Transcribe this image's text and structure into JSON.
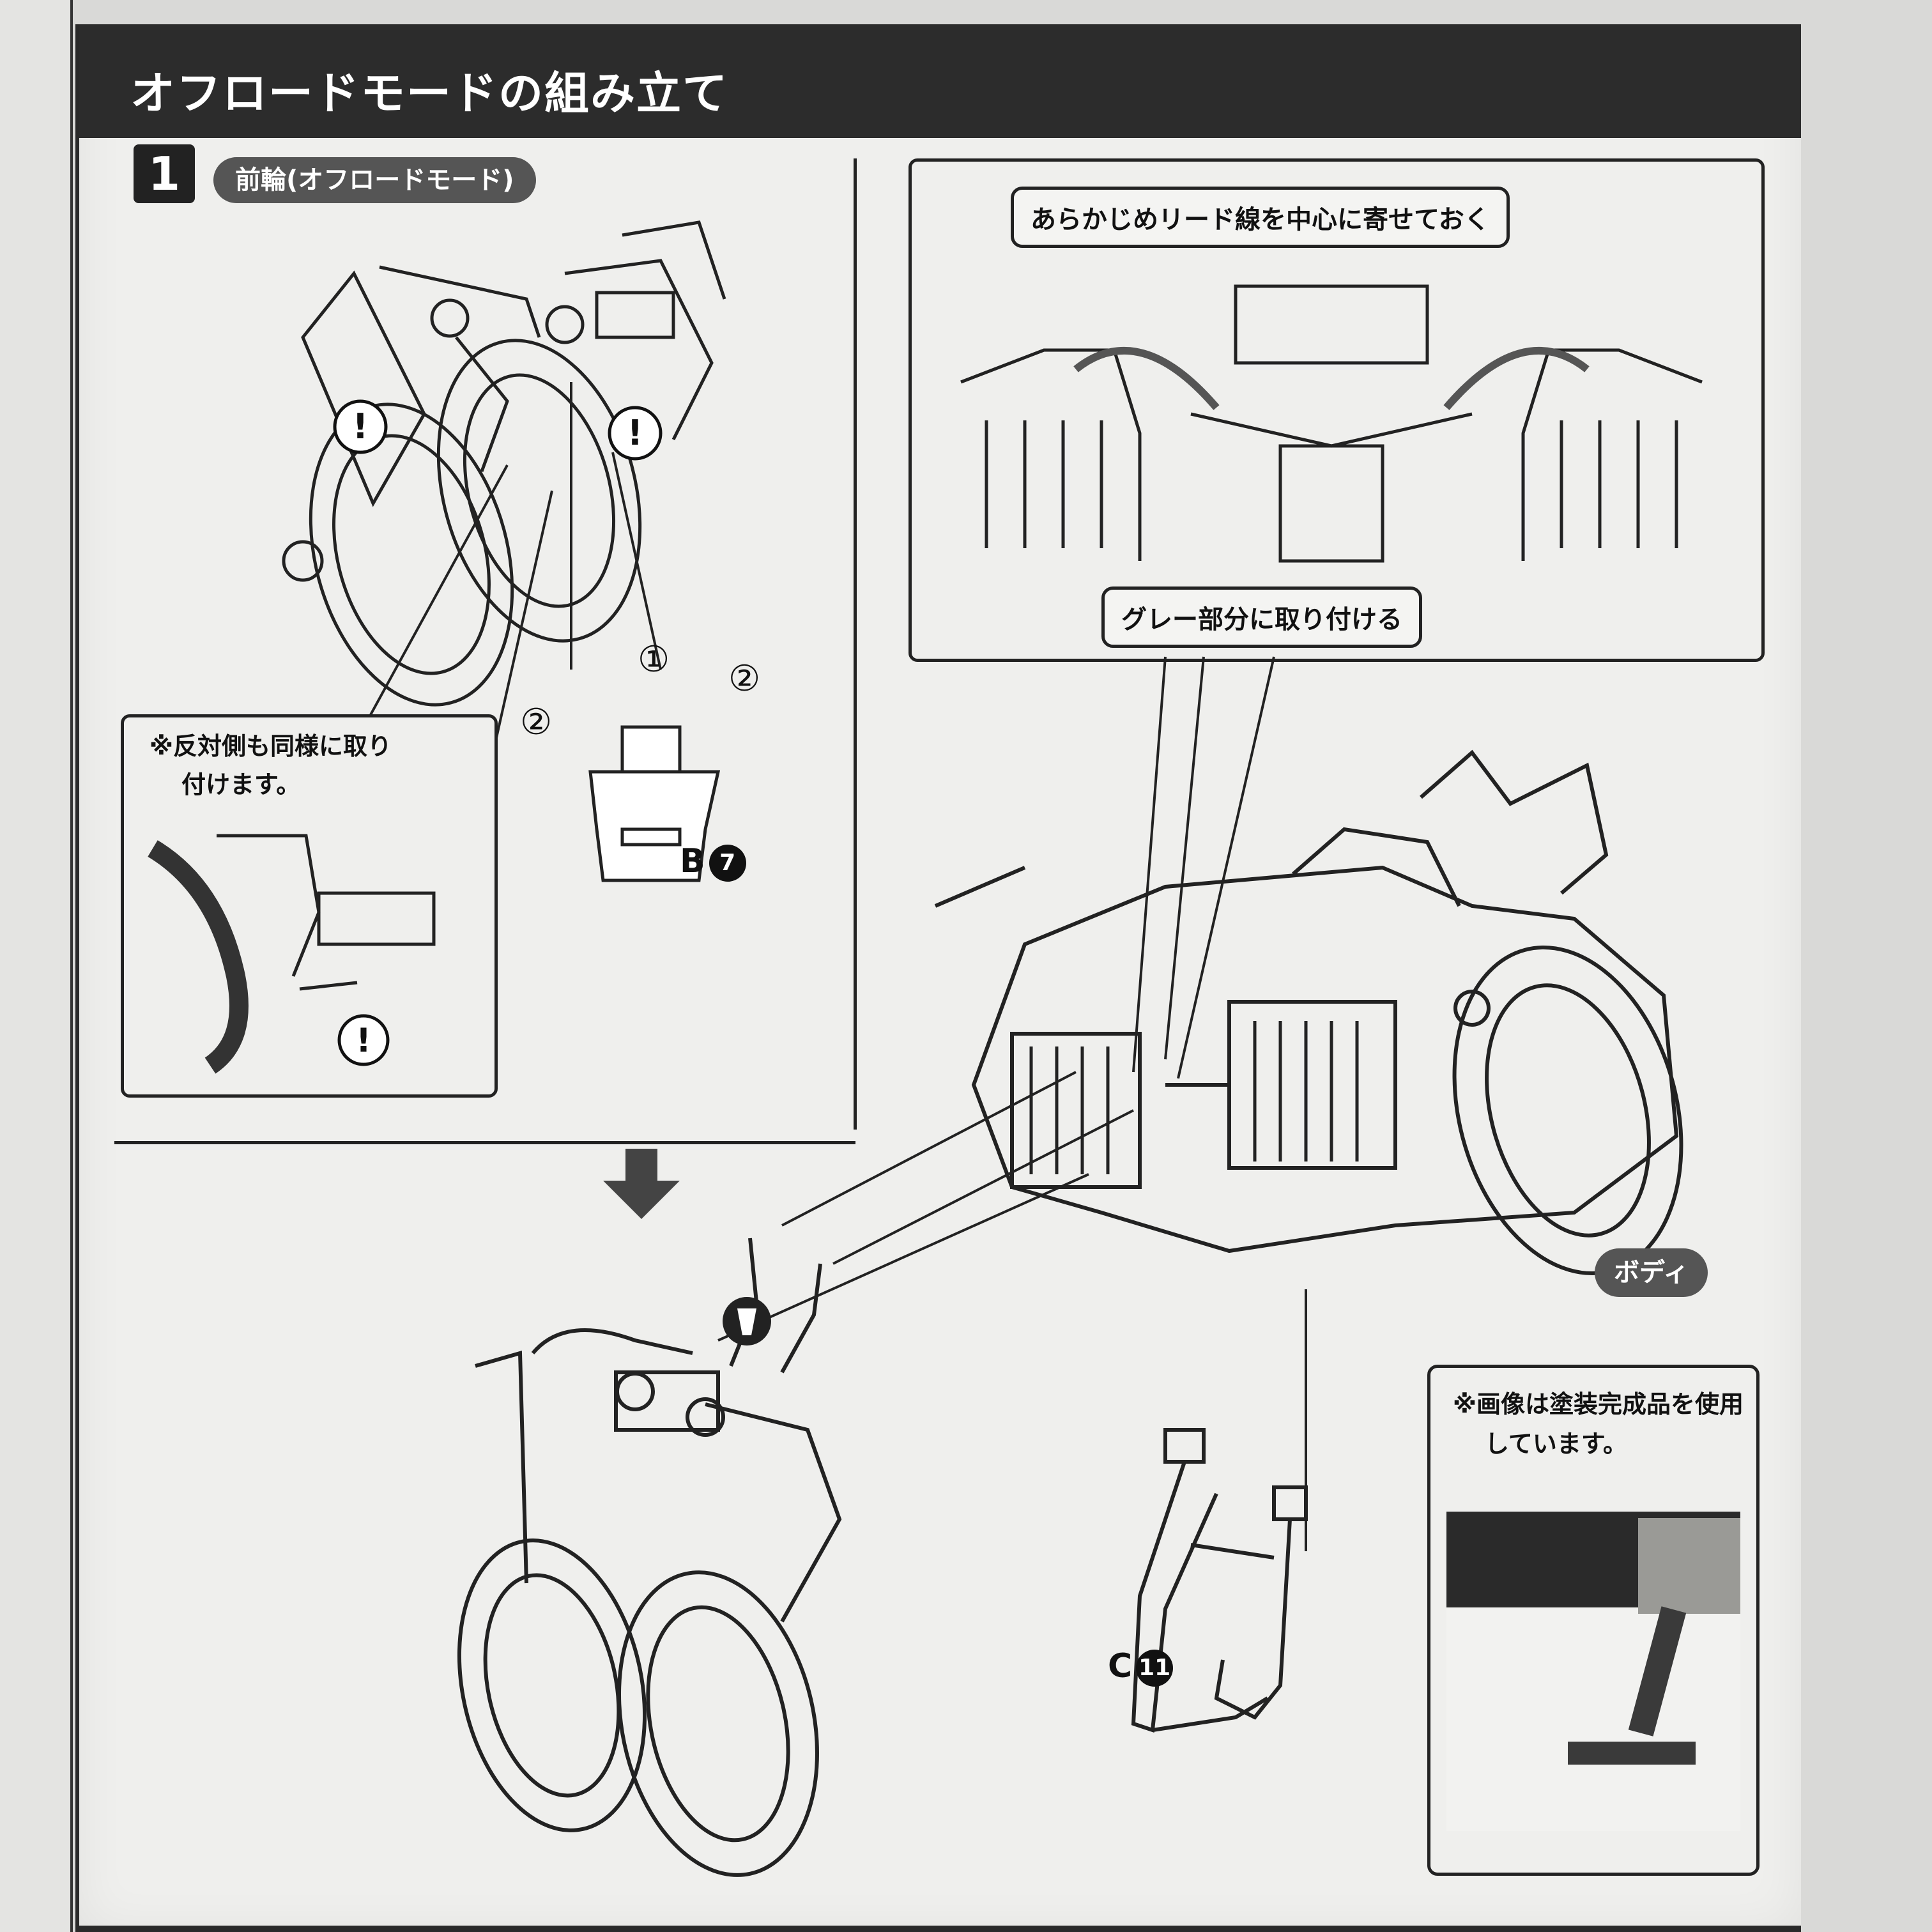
{
  "header": {
    "title": "オフロードモードの組み立て"
  },
  "step": {
    "number": "1",
    "label": "前輪(オフロードモード)"
  },
  "callouts": {
    "lead_wires": "あらかじめリード線を中心に寄せておく",
    "gray_area": "グレー部分に取り付ける"
  },
  "notes": {
    "opposite_line1": "※反対側も同様に取り",
    "opposite_line2": "付けます。",
    "photo_line1": "※画像は塗装完成品を使用",
    "photo_line2": "しています。"
  },
  "markers": {
    "caution": "!",
    "one": "①",
    "two": "②"
  },
  "parts": {
    "b_letter": "B",
    "b_num": "7",
    "c_letter": "C",
    "c_num": "11",
    "body": "ボディ"
  },
  "icons": [
    "caution-icon",
    "down-arrow-icon",
    "cement-icon"
  ]
}
